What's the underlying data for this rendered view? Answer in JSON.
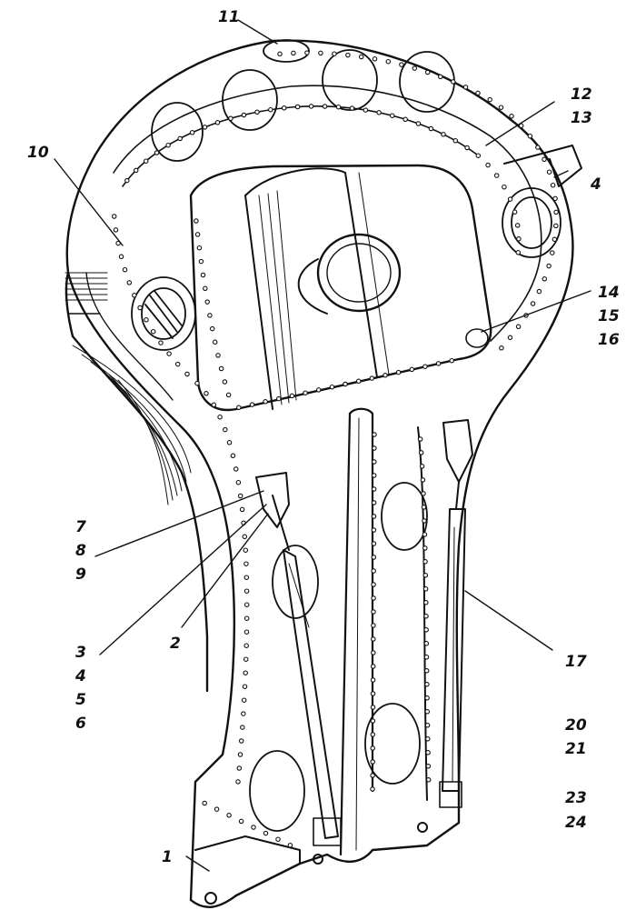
{
  "callouts": {
    "c1": "1",
    "c2": "2",
    "c3": "3",
    "c4a": "4",
    "c5": "5",
    "c6": "6",
    "c4b": "4",
    "c7": "7",
    "c8": "8",
    "c9": "9",
    "c10": "10",
    "c11": "11",
    "c12": "12",
    "c13": "13",
    "c14": "14",
    "c15": "15",
    "c16": "16",
    "c17": "17",
    "c20": "20",
    "c21": "21",
    "c23": "23",
    "c24": "24"
  }
}
